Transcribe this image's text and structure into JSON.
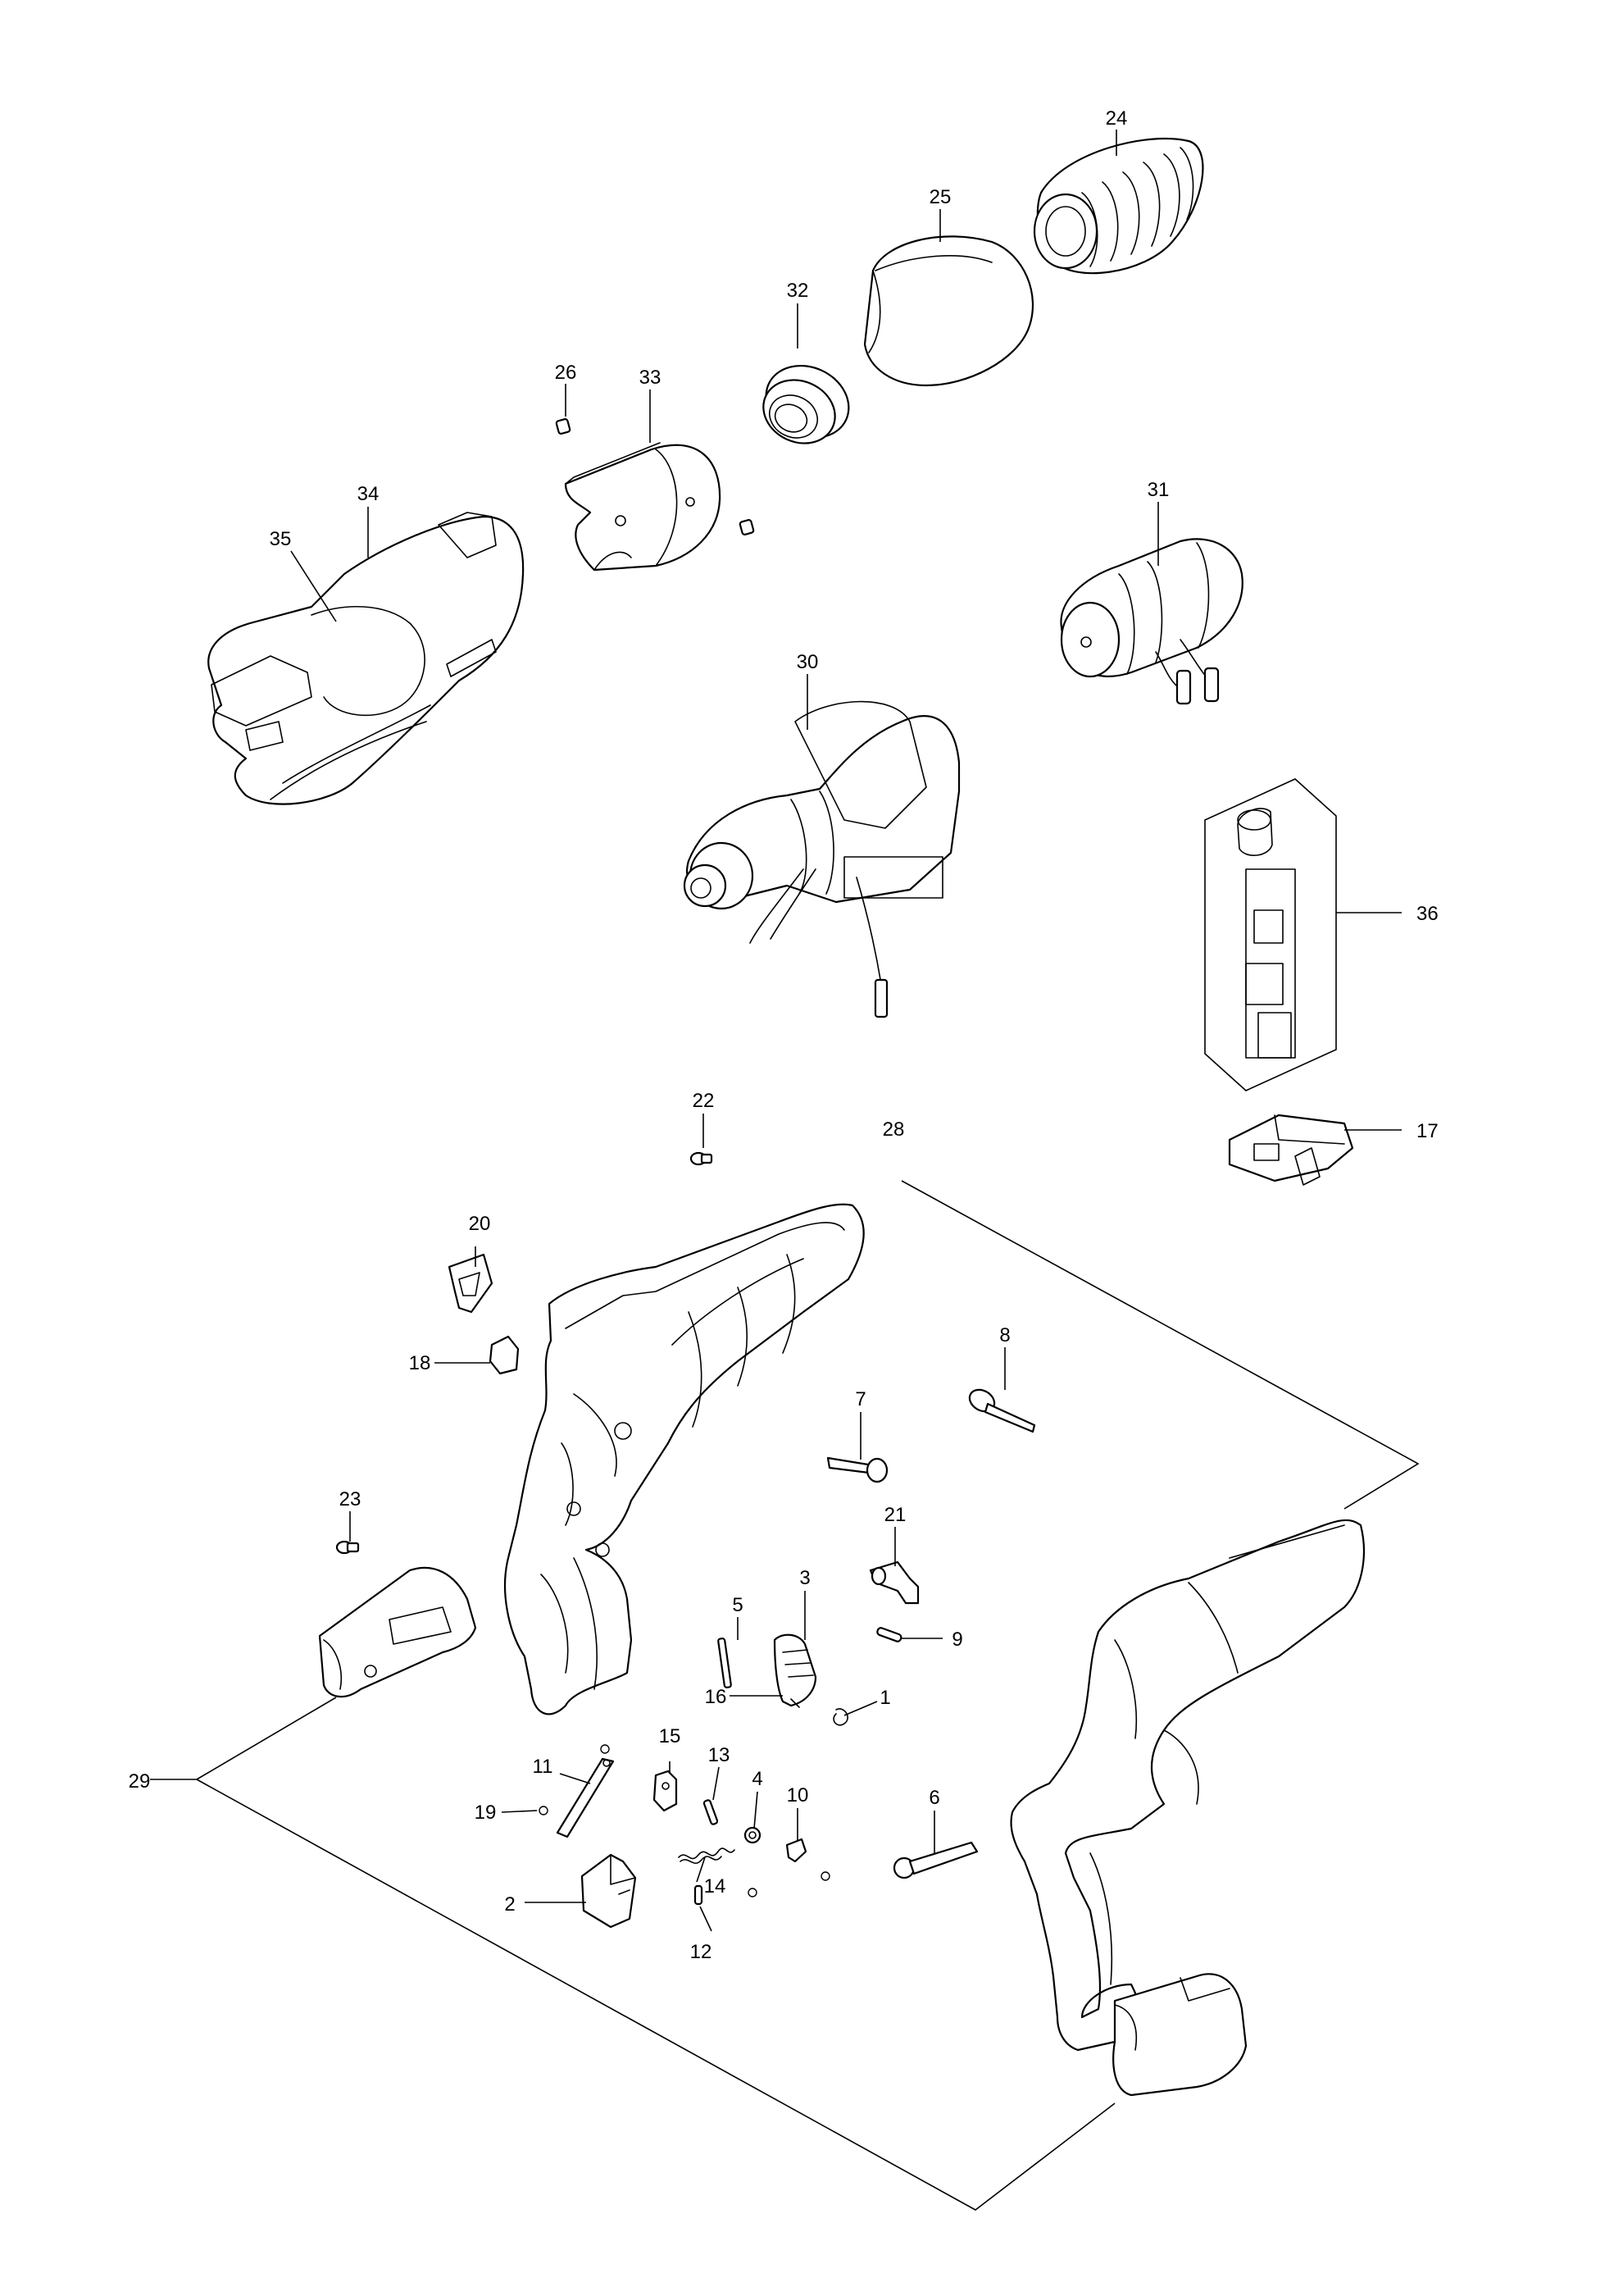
{
  "diagram": {
    "type": "exploded parts diagram",
    "labels": [
      {
        "id": "p1",
        "text": "1"
      },
      {
        "id": "p2",
        "text": "2"
      },
      {
        "id": "p3",
        "text": "3"
      },
      {
        "id": "p4",
        "text": "4"
      },
      {
        "id": "p5",
        "text": "5"
      },
      {
        "id": "p6",
        "text": "6"
      },
      {
        "id": "p7",
        "text": "7"
      },
      {
        "id": "p8",
        "text": "8"
      },
      {
        "id": "p9",
        "text": "9"
      },
      {
        "id": "p10",
        "text": "10"
      },
      {
        "id": "p11",
        "text": "11"
      },
      {
        "id": "p12",
        "text": "12"
      },
      {
        "id": "p13",
        "text": "13"
      },
      {
        "id": "p14",
        "text": "14"
      },
      {
        "id": "p15",
        "text": "15"
      },
      {
        "id": "p16",
        "text": "16"
      },
      {
        "id": "p17",
        "text": "17"
      },
      {
        "id": "p18",
        "text": "18"
      },
      {
        "id": "p19",
        "text": "19"
      },
      {
        "id": "p20",
        "text": "20"
      },
      {
        "id": "p21",
        "text": "21"
      },
      {
        "id": "p22",
        "text": "22"
      },
      {
        "id": "p23",
        "text": "23"
      },
      {
        "id": "p24",
        "text": "24"
      },
      {
        "id": "p25",
        "text": "25"
      },
      {
        "id": "p26",
        "text": "26"
      },
      {
        "id": "p28",
        "text": "28"
      },
      {
        "id": "p29",
        "text": "29"
      },
      {
        "id": "p30",
        "text": "30"
      },
      {
        "id": "p31",
        "text": "31"
      },
      {
        "id": "p32",
        "text": "32"
      },
      {
        "id": "p33",
        "text": "33"
      },
      {
        "id": "p34",
        "text": "34"
      },
      {
        "id": "p35",
        "text": "35"
      },
      {
        "id": "p36",
        "text": "36"
      }
    ]
  }
}
